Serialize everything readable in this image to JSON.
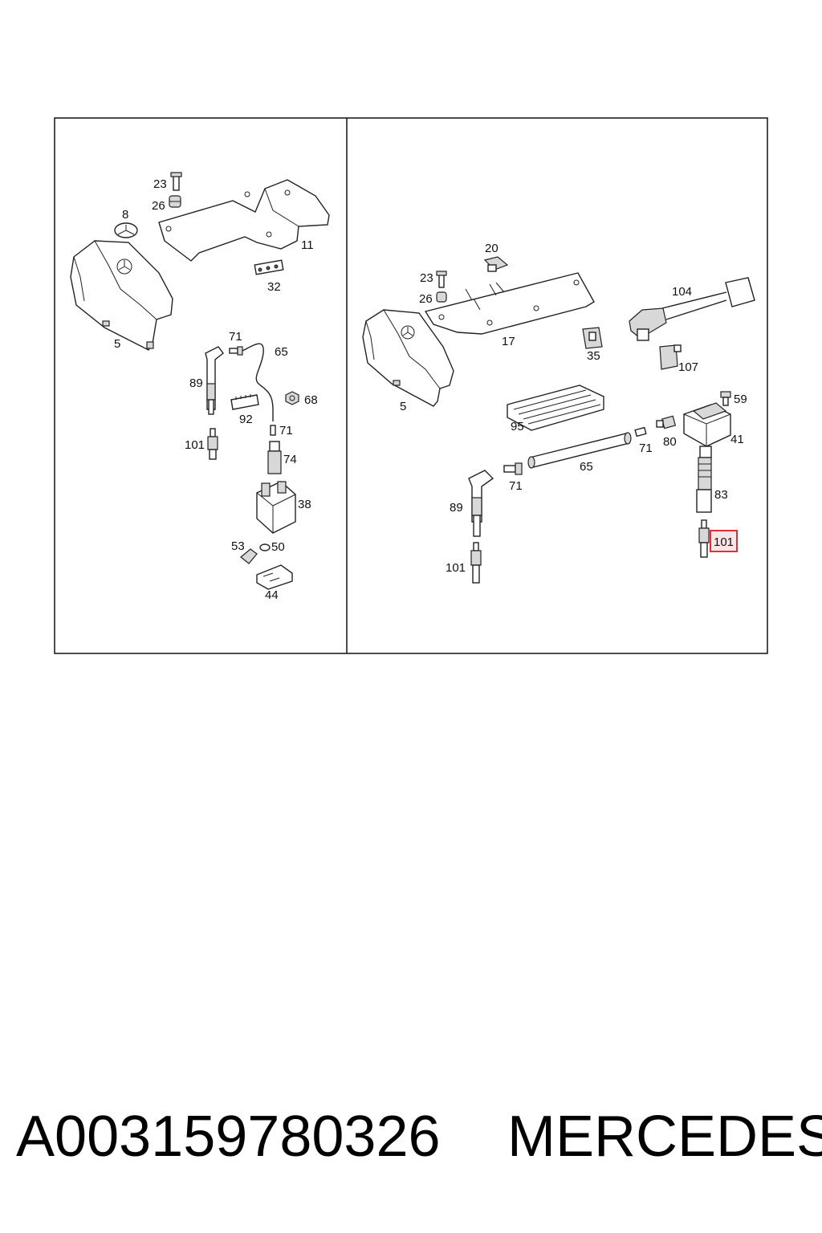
{
  "caption": {
    "part_number": "A003159780326",
    "brand": "MERCEDES"
  },
  "left_panel": {
    "labels": {
      "c23": "23",
      "c26": "26",
      "c8": "8",
      "c11": "11",
      "c32": "32",
      "c5": "5",
      "c71a": "71",
      "c65": "65",
      "c89": "89",
      "c68": "68",
      "c92": "92",
      "c71b": "71",
      "c101": "101",
      "c74": "74",
      "c38": "38",
      "c53": "53",
      "c50": "50",
      "c44": "44"
    }
  },
  "right_panel": {
    "labels": {
      "c20": "20",
      "c23": "23",
      "c26": "26",
      "c104": "104",
      "c17": "17",
      "c35": "35",
      "c107": "107",
      "c5": "5",
      "c59": "59",
      "c95": "95",
      "c41": "41",
      "c80": "80",
      "c71a": "71",
      "c65": "65",
      "c71b": "71",
      "c83": "83",
      "c89": "89",
      "c101a": "101",
      "c101b": "101"
    },
    "highlighted_label": "101",
    "highlight_color": "#e0303a"
  }
}
